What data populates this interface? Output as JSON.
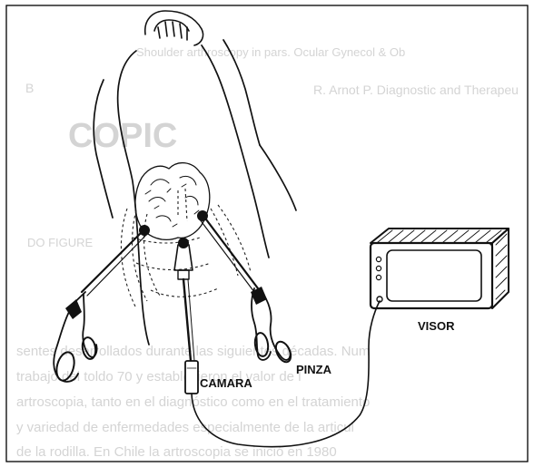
{
  "labels": {
    "camera": "CAMARA",
    "forceps": "PINZA",
    "viewer": "VISOR"
  },
  "background_text": {
    "title_line": "Shoulder arthroscopy in pars. Ocular Gynecol & Ob",
    "author_line_a": "B",
    "author_line_b": "R. Arnot P. Diagnostic and Therapeu",
    "heading_fragment": "COPIC",
    "side_fragment": "DO FIGURE",
    "para_line_1": "sentes desarrollados durante las siguientes décadas. Num",
    "para_line_2": "trabajo del toldo 70 y establecieron el valor de l",
    "para_line_3": "artroscopia, tanto en el diagnóstico como en el tratamiento",
    "para_line_4": "y variedad de enfermedades especialmente de la articul",
    "para_line_5": "de la rodilla. En Chile la artroscopia se inició en 1980"
  },
  "colors": {
    "ink": "#111111",
    "ghost_text": "#d4d4d4",
    "frame": "#000000"
  }
}
